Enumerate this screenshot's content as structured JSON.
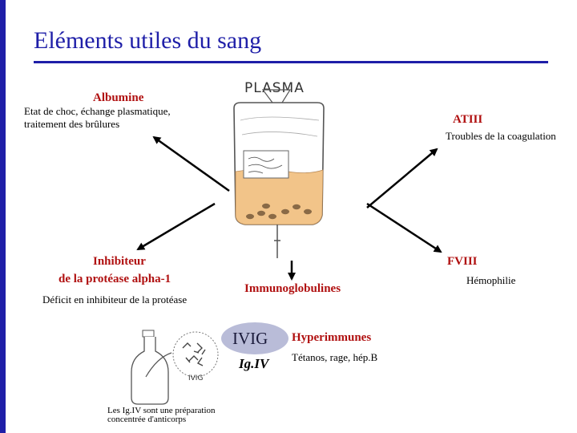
{
  "title": "Eléments utiles du sang",
  "plasma_bag": {
    "header": "PLASMA"
  },
  "albumine": {
    "name": "Albumine",
    "description_line1": "Etat de choc, échange plasmatique,",
    "description_line2": "traitement des brûlures"
  },
  "atiii": {
    "name": "ATIII",
    "description": "Troubles de la coagulation"
  },
  "inhibiteur": {
    "name_line1": "Inhibiteur",
    "name_line2": "de la protéase alpha-1",
    "description": "Déficit en inhibiteur de la protéase"
  },
  "fviii": {
    "name": "FVIII",
    "description": "Hémophilie"
  },
  "immunoglobulines": {
    "name": "Immunoglobulines"
  },
  "ivig": {
    "badge": "IVIG",
    "name": "Ig.IV"
  },
  "hyperimmunes": {
    "name": "Hyperimmunes",
    "description": "Tétanos, rage, hép.B"
  },
  "vial": {
    "label": "IVIG",
    "caption_line1": "Les Ig.IV sont une préparation",
    "caption_line2": "concentrée d'anticorps"
  },
  "colors": {
    "accent": "#1f1fa8",
    "label_red": "#b01010",
    "plasma": "#f2c489",
    "badge": "#b9bcd8"
  }
}
